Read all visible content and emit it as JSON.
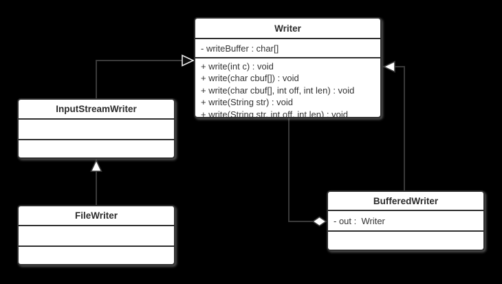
{
  "diagram": {
    "kind": "uml-class-diagram",
    "background_color": "#000000",
    "box_fill_color": "#ffffff",
    "box_border_color": "#2e2e2e",
    "connector_color": "#3a3a3a",
    "text_color": "#333333"
  },
  "classes": [
    {
      "name": "Writer",
      "attributes": [
        "- writeBuffer : char[]"
      ],
      "methods": [
        "+ write(int c) : void",
        "+ write(char cbuf[]) : void",
        "+ write(char cbuf[], int off, int len) : void",
        "+ write(String str) : void",
        "+ write(String str, int off, int len) : void"
      ]
    },
    {
      "name": "InputStreamWriter",
      "attributes": [],
      "methods": []
    },
    {
      "name": "FileWriter",
      "attributes": [],
      "methods": []
    },
    {
      "name": "BufferedWriter",
      "attributes": [
        "- out :  Writer"
      ],
      "methods": []
    }
  ],
  "relationships": [
    {
      "type": "generalization",
      "from": "InputStreamWriter",
      "to": "Writer"
    },
    {
      "type": "generalization",
      "from": "FileWriter",
      "to": "InputStreamWriter"
    },
    {
      "type": "generalization",
      "from": "BufferedWriter",
      "to": "Writer"
    },
    {
      "type": "aggregation",
      "whole": "BufferedWriter",
      "part": "Writer"
    }
  ]
}
